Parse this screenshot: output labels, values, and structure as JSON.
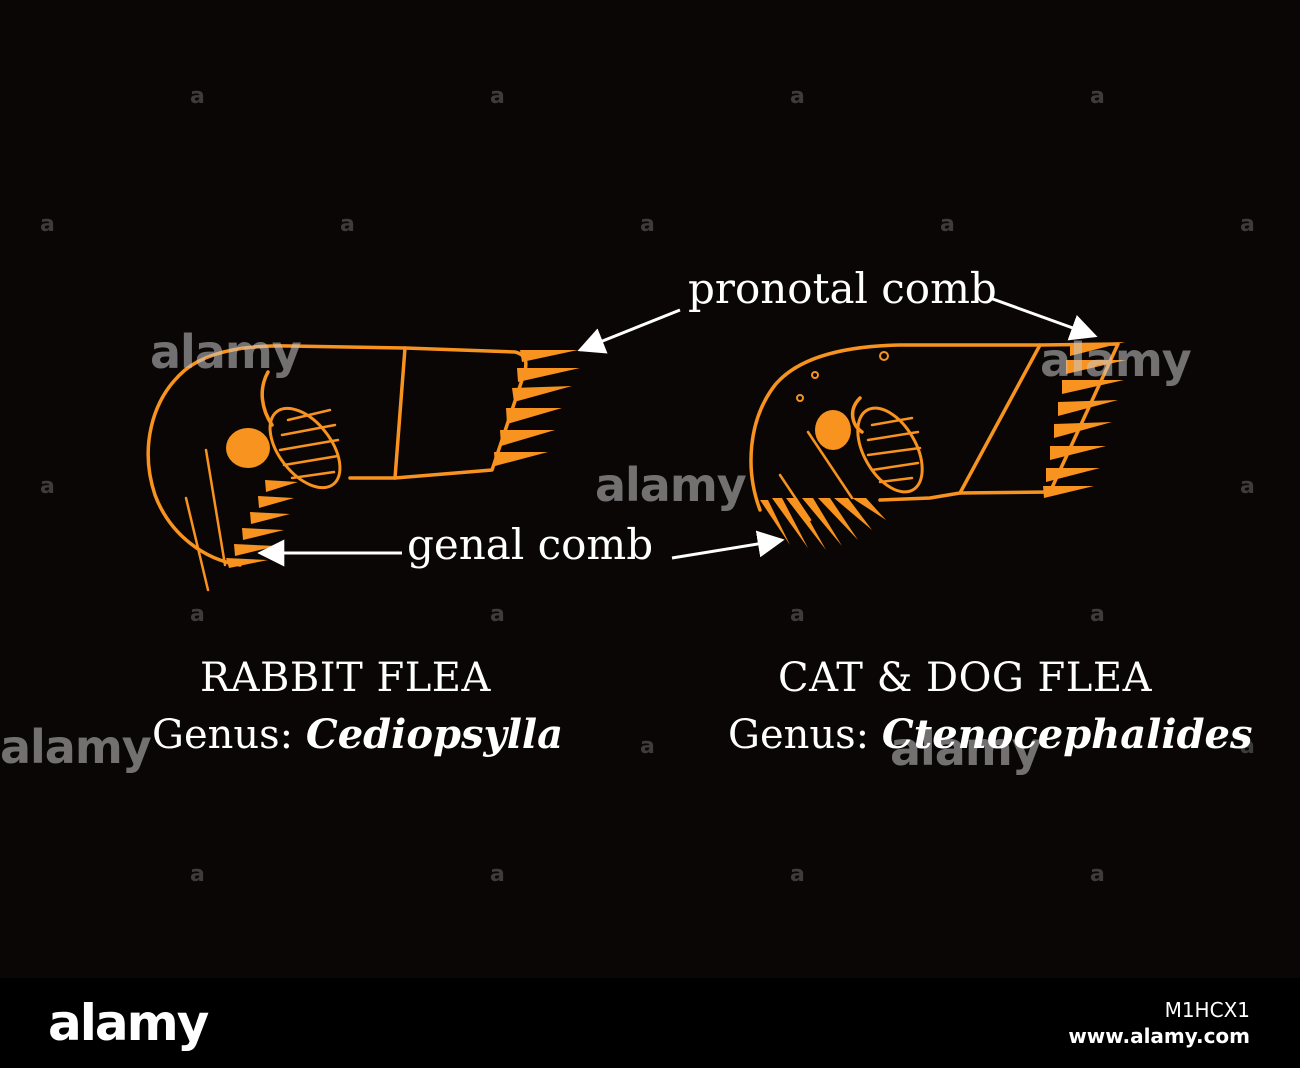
{
  "labels": {
    "pronotal_comb": "pronotal comb",
    "genal_comb": "genal comb"
  },
  "left_flea": {
    "title": "RABBIT FLEA",
    "genus_prefix": "Genus:",
    "genus_name": "Cediopsylla"
  },
  "right_flea": {
    "title": "CAT & DOG FLEA",
    "genus_prefix": "Genus:",
    "genus_name": "Ctenocephalides"
  },
  "watermark": {
    "text": "alamy",
    "small_mark": "a"
  },
  "footer": {
    "brand": "alamy",
    "image_id": "M1HCX1",
    "site": "www.alamy.com"
  },
  "colors": {
    "background": "#0a0606",
    "drawing": "#f7931e",
    "text": "#ffffff"
  }
}
